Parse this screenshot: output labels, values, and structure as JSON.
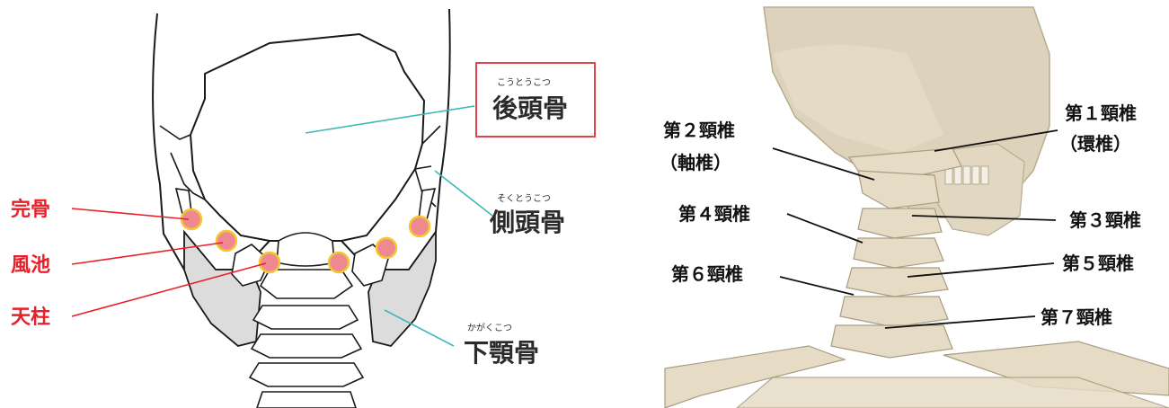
{
  "left_diagram": {
    "points": [
      {
        "label": "完骨"
      },
      {
        "label": "風池"
      },
      {
        "label": "天柱"
      }
    ],
    "bones": [
      {
        "ruby": "こうとうこつ",
        "label": "後頭骨",
        "boxed": true
      },
      {
        "ruby": "そくとうこつ",
        "label": "側頭骨",
        "boxed": false
      },
      {
        "ruby": "かがくこつ",
        "label": "下顎骨",
        "boxed": false
      }
    ]
  },
  "right_diagram": {
    "vertebrae": [
      {
        "label": "第１頸椎",
        "sub": "（環椎）"
      },
      {
        "label": "第２頸椎",
        "sub": "（軸椎）"
      },
      {
        "label": "第３頸椎",
        "sub": ""
      },
      {
        "label": "第４頸椎",
        "sub": ""
      },
      {
        "label": "第５頸椎",
        "sub": ""
      },
      {
        "label": "第６頸椎",
        "sub": ""
      },
      {
        "label": "第７頸椎",
        "sub": ""
      }
    ]
  },
  "colors": {
    "point_red": "#e8202a",
    "leader_teal": "#3fb8b8",
    "box_red": "#e0434b",
    "point_fill": "#ee8a8f",
    "point_ring": "#f3c733",
    "mandible_gray": "#dcdcdc",
    "bone_color": "#e6dcc6"
  }
}
